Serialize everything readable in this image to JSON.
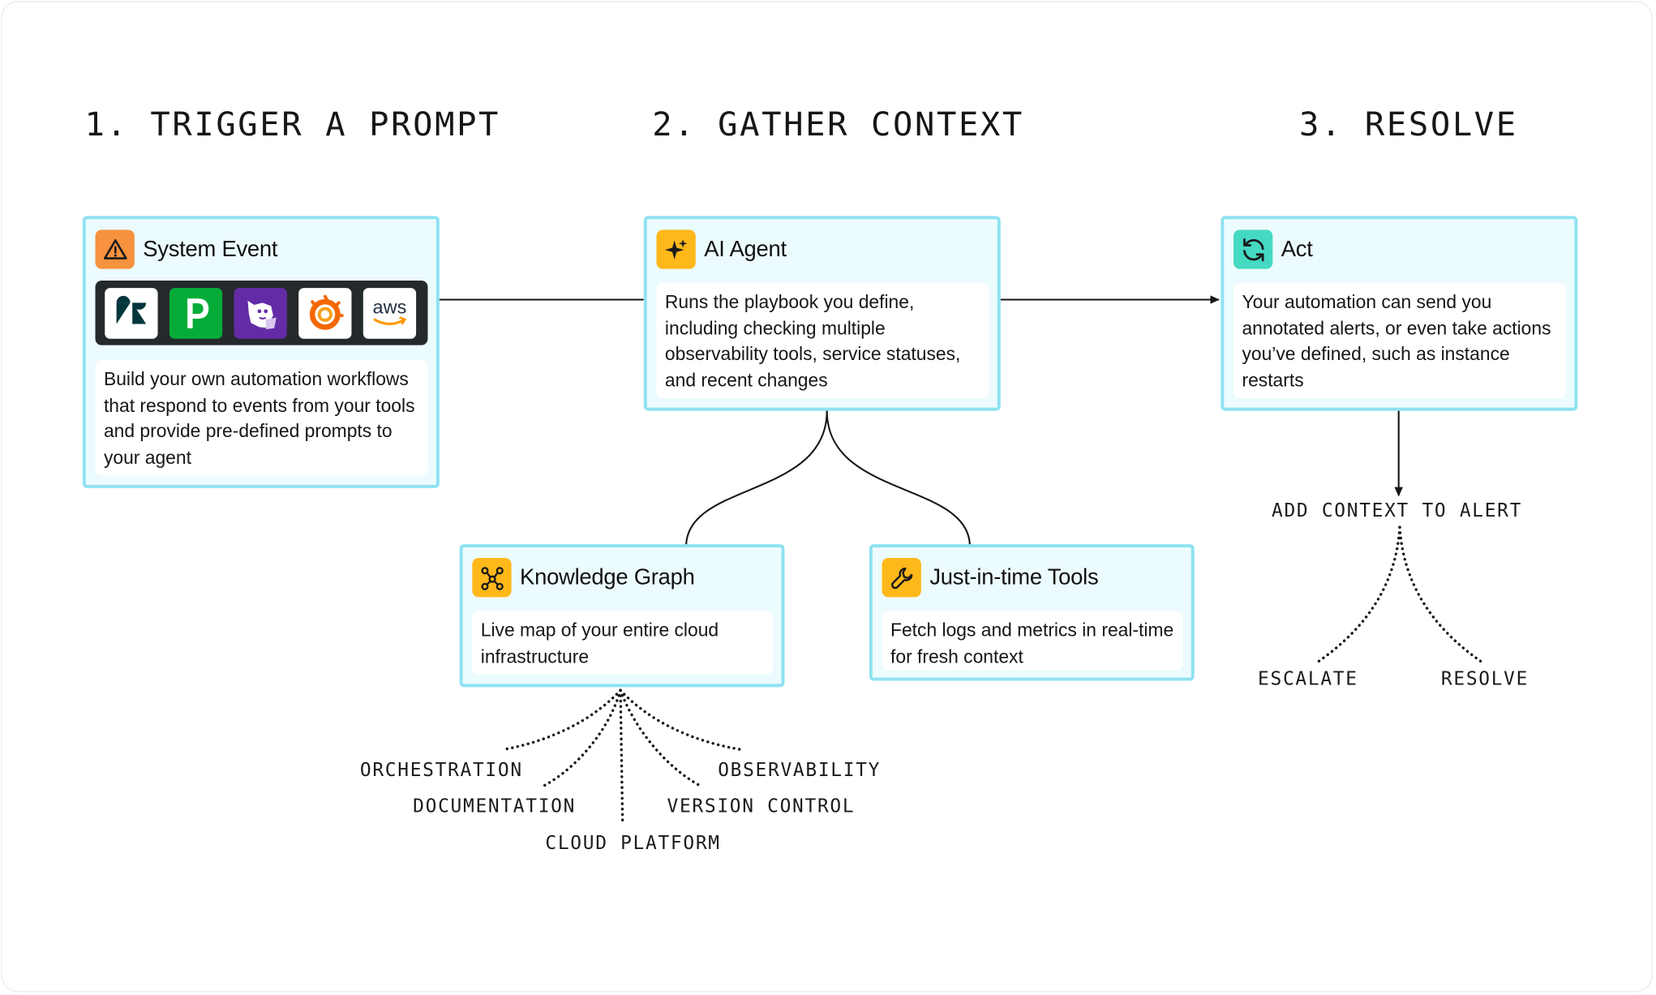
{
  "steps": {
    "trigger": "1. TRIGGER A PROMPT",
    "gather": "2. GATHER CONTEXT",
    "resolve": "3. RESOLVE"
  },
  "cards": {
    "system_event": {
      "title": "System Event",
      "icon": "warning-triangle-icon",
      "body": "Build your own automation workflows that respond to events from your tools and provide pre-defined prompts to your agent",
      "logos": [
        {
          "icon": "zendesk-logo-icon",
          "color": "#03363d"
        },
        {
          "icon": "pagerduty-logo-icon",
          "color": "#06ac38"
        },
        {
          "icon": "datadog-logo-icon",
          "color": "#632ca6"
        },
        {
          "icon": "grafana-logo-icon",
          "color": "#f46800"
        },
        {
          "icon": "aws-logo-icon",
          "label": "aws",
          "color": "#ff9900"
        }
      ]
    },
    "ai_agent": {
      "title": "AI Agent",
      "icon": "sparkle-icon",
      "body": "Runs the playbook you define, including checking multiple observability tools, service statuses, and recent changes"
    },
    "act": {
      "title": "Act",
      "icon": "refresh-icon",
      "body": "Your automation can send you annotated alerts, or even take actions you’ve defined, such as instance restarts"
    },
    "knowledge_graph": {
      "title": "Knowledge Graph",
      "icon": "graph-nodes-icon",
      "body": "Live map of your entire cloud infrastructure"
    },
    "jit_tools": {
      "title": "Just-in-time Tools",
      "icon": "wrench-icon",
      "body": "Fetch logs and metrics in real-time for fresh context"
    }
  },
  "sources": {
    "orchestration": "ORCHESTRATION",
    "documentation": "DOCUMENTATION",
    "cloud_platform": "CLOUD PLATFORM",
    "version_control": "VERSION CONTROL",
    "observability": "OBSERVABILITY"
  },
  "resolution": {
    "add_context": "ADD CONTEXT TO ALERT",
    "escalate": "ESCALATE",
    "resolve": "RESOLVE"
  },
  "colors": {
    "card_border": "#8ee2f1",
    "card_fill": "#ecfbfd",
    "icon_orange": "#f7923e",
    "icon_amber": "#ffb81a",
    "icon_teal": "#45d9c2"
  }
}
